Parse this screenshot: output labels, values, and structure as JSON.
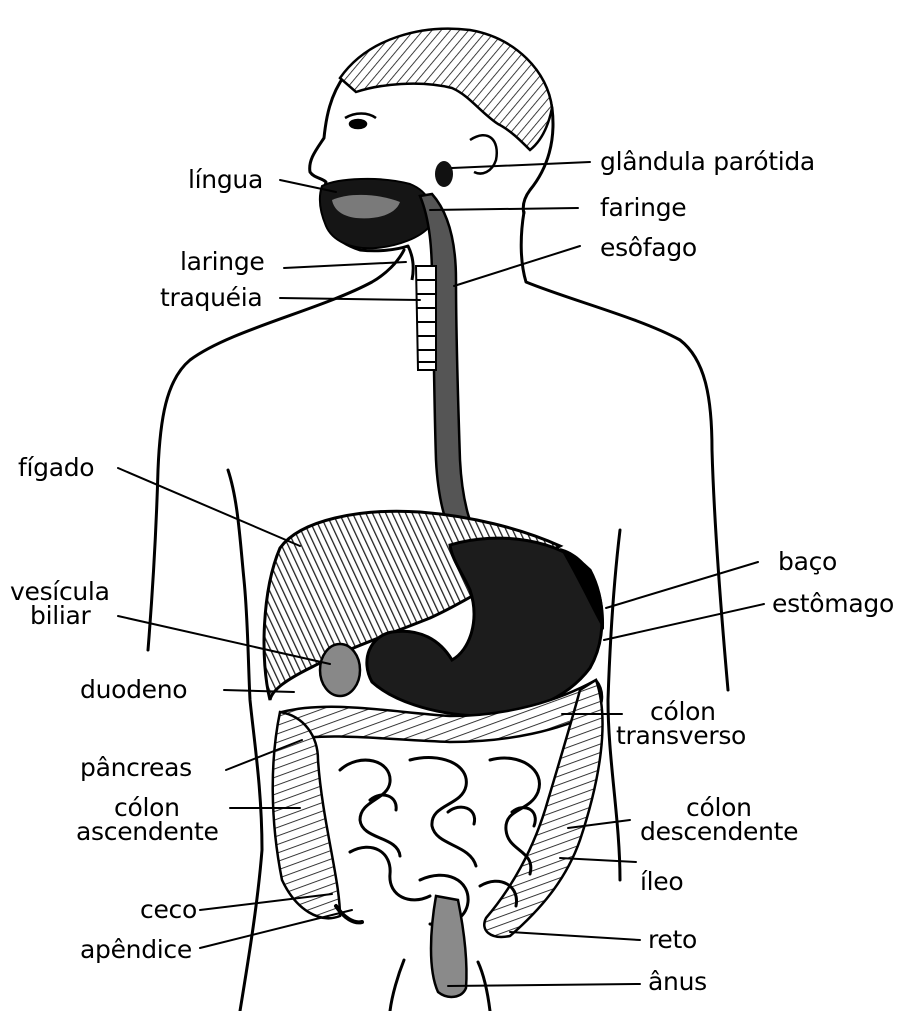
{
  "palette": {
    "ink": "#000000",
    "background": "#ffffff",
    "organ_fill": "#1a1a1a",
    "hatch": "#444444"
  },
  "labels": {
    "glandula_parotida": "glândula parótida",
    "lingua": "língua",
    "faringe": "faringe",
    "laringe": "laringe",
    "esofago": "esôfago",
    "traqueia": "traquéia",
    "figado": "fígado",
    "baco": "baço",
    "vesicula_line1": "vesícula",
    "vesicula_line2": "biliar",
    "estomago": "estômago",
    "duodeno": "duodeno",
    "colon_transverso_line1": "cólon",
    "colon_transverso_line2": "transverso",
    "pancreas": "pâncreas",
    "colon_ascendente_line1": "cólon",
    "colon_ascendente_line2": "ascendente",
    "colon_descendente_line1": "cólon",
    "colon_descendente_line2": "descendente",
    "ileo": "íleo",
    "ceco": "ceco",
    "apendice": "apêndice",
    "reto": "reto",
    "anus": "ânus"
  }
}
